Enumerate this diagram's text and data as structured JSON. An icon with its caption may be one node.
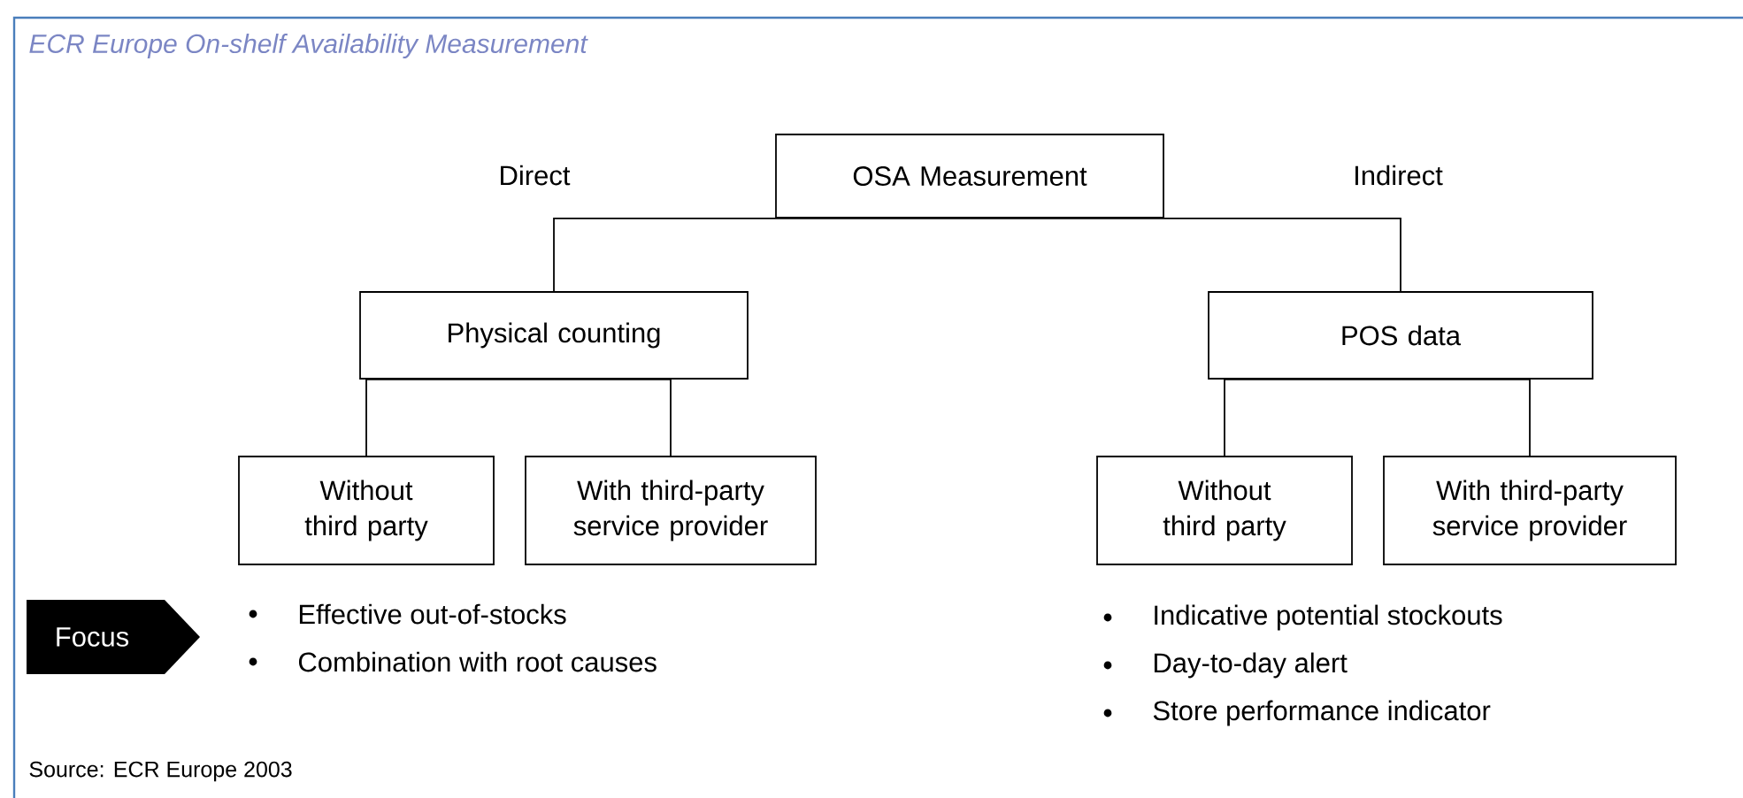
{
  "diagram": {
    "title": "ECR Europe On-shelf Availability Measurement",
    "nodes": [
      {
        "text": [
          "OSA Measurement"
        ]
      },
      {
        "text": [
          "Physical counting"
        ]
      },
      {
        "text": [
          "POS data"
        ]
      },
      {
        "text": [
          "Without third party"
        ]
      },
      {
        "text": [
          "With third-party service provider"
        ]
      },
      {
        "text": [
          "Without third party"
        ]
      },
      {
        "text": [
          "With third-party service provider"
        ]
      },
      {
        "text": [
          "Focus"
        ]
      }
    ],
    "edges": [
      {
        "from": 0,
        "to": 1,
        "arrow": "none"
      },
      {
        "from": 0,
        "to": 2,
        "arrow": "none"
      },
      {
        "from": 1,
        "to": 3,
        "arrow": "none"
      },
      {
        "from": 1,
        "to": 4,
        "arrow": "none"
      },
      {
        "from": 2,
        "to": 5,
        "arrow": "none"
      },
      {
        "from": 2,
        "to": 6,
        "arrow": "none"
      }
    ],
    "labels": [
      "Direct",
      "Indirect",
      "Effective out-of-stocks",
      "Combination with root causes",
      "Indicative potential stockouts",
      "Day-to-day alert",
      "Store performance indicator",
      "Source: ECR Europe 2003"
    ]
  }
}
